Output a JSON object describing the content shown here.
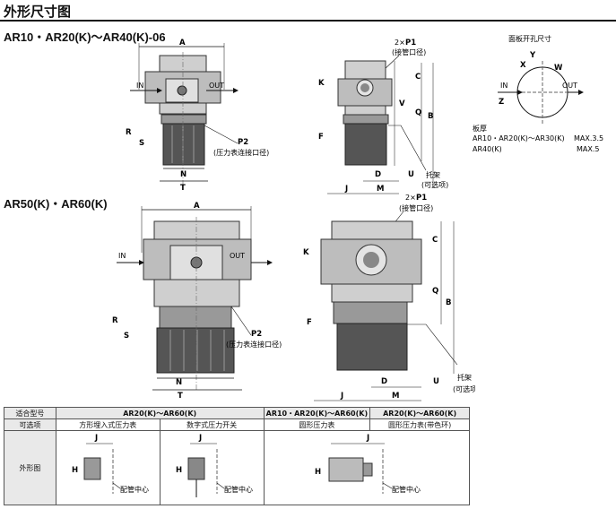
{
  "page_title": "外形尺寸图",
  "section1_header": "AR10・AR20(K)～AR40(K)-06",
  "section2_header": "AR50(K)・AR60(K)",
  "labels": {
    "in": "IN",
    "out": "OUT",
    "p1": "P1",
    "p1_prefix": "2×",
    "p1_note": "(接管口径)",
    "p2": "P2",
    "p2_note": "(压力表连接口径)",
    "bracket": "托架",
    "bracket_note": "(可选项)",
    "panel_hole": "面板开孔尺寸",
    "plate_thickness": "板厚",
    "plate_row1_model": "AR10・AR20(K)～AR30(K)",
    "plate_row1_value": "MAX.3.5",
    "plate_row2_model": "AR40(K)",
    "plate_row2_value": "MAX.5",
    "pipe_center": "配管中心"
  },
  "dims": {
    "A": "A",
    "B": "B",
    "C": "C",
    "D": "D",
    "F": "F",
    "H": "H",
    "J": "J",
    "K": "K",
    "M": "M",
    "N": "N",
    "Q": "Q",
    "R": "R",
    "S": "S",
    "T": "T",
    "U": "U",
    "V": "V",
    "W": "W",
    "X": "X",
    "Y": "Y",
    "Z": "Z"
  },
  "table": {
    "row1_label": "适合型号",
    "row1_c1": "AR20(K)～AR60(K)",
    "row1_c2": "AR10・AR20(K)～AR60(K)",
    "row1_c3": "AR20(K)～AR60(K)",
    "row2_label": "可选项",
    "row2_c1": "方形埋入式压力表",
    "row2_c2": "数字式压力开关",
    "row2_c3": "圆形压力表",
    "row2_c4": "圆形压力表(带色环)",
    "row3_label": "外形图"
  }
}
